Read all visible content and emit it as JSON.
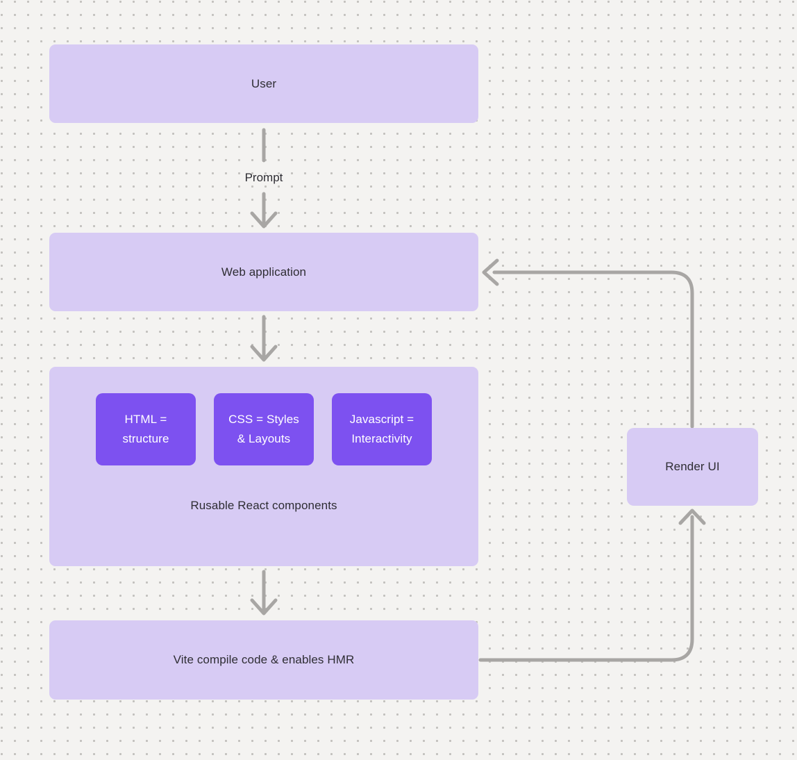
{
  "diagram": {
    "background": {
      "color": "#f4f3f1",
      "dot_color": "#c2c0bd"
    },
    "colors": {
      "node_fill_light": "#d7cbf4",
      "node_fill_accent": "#7d51f0",
      "text_dark": "#2e2d33",
      "text_on_accent": "#ffffff",
      "connector": "#a8a6a4"
    },
    "nodes": [
      {
        "id": "user",
        "label": "User"
      },
      {
        "id": "web-application",
        "label": "Web application"
      },
      {
        "id": "components-group",
        "label": "Rusable React components",
        "children": [
          {
            "id": "html",
            "label": "HTML = structure"
          },
          {
            "id": "css",
            "label": "CSS = Styles & Layouts"
          },
          {
            "id": "javascript",
            "label": "Javascript = Interactivity"
          }
        ]
      },
      {
        "id": "vite",
        "label": "Vite compile code & enables HMR"
      },
      {
        "id": "render-ui",
        "label": "Render UI"
      }
    ],
    "edges": [
      {
        "from": "user",
        "to": "web-application",
        "label": "Prompt"
      },
      {
        "from": "web-application",
        "to": "components-group",
        "label": ""
      },
      {
        "from": "components-group",
        "to": "vite",
        "label": ""
      },
      {
        "from": "vite",
        "to": "render-ui",
        "label": ""
      },
      {
        "from": "render-ui",
        "to": "web-application",
        "label": ""
      }
    ]
  }
}
